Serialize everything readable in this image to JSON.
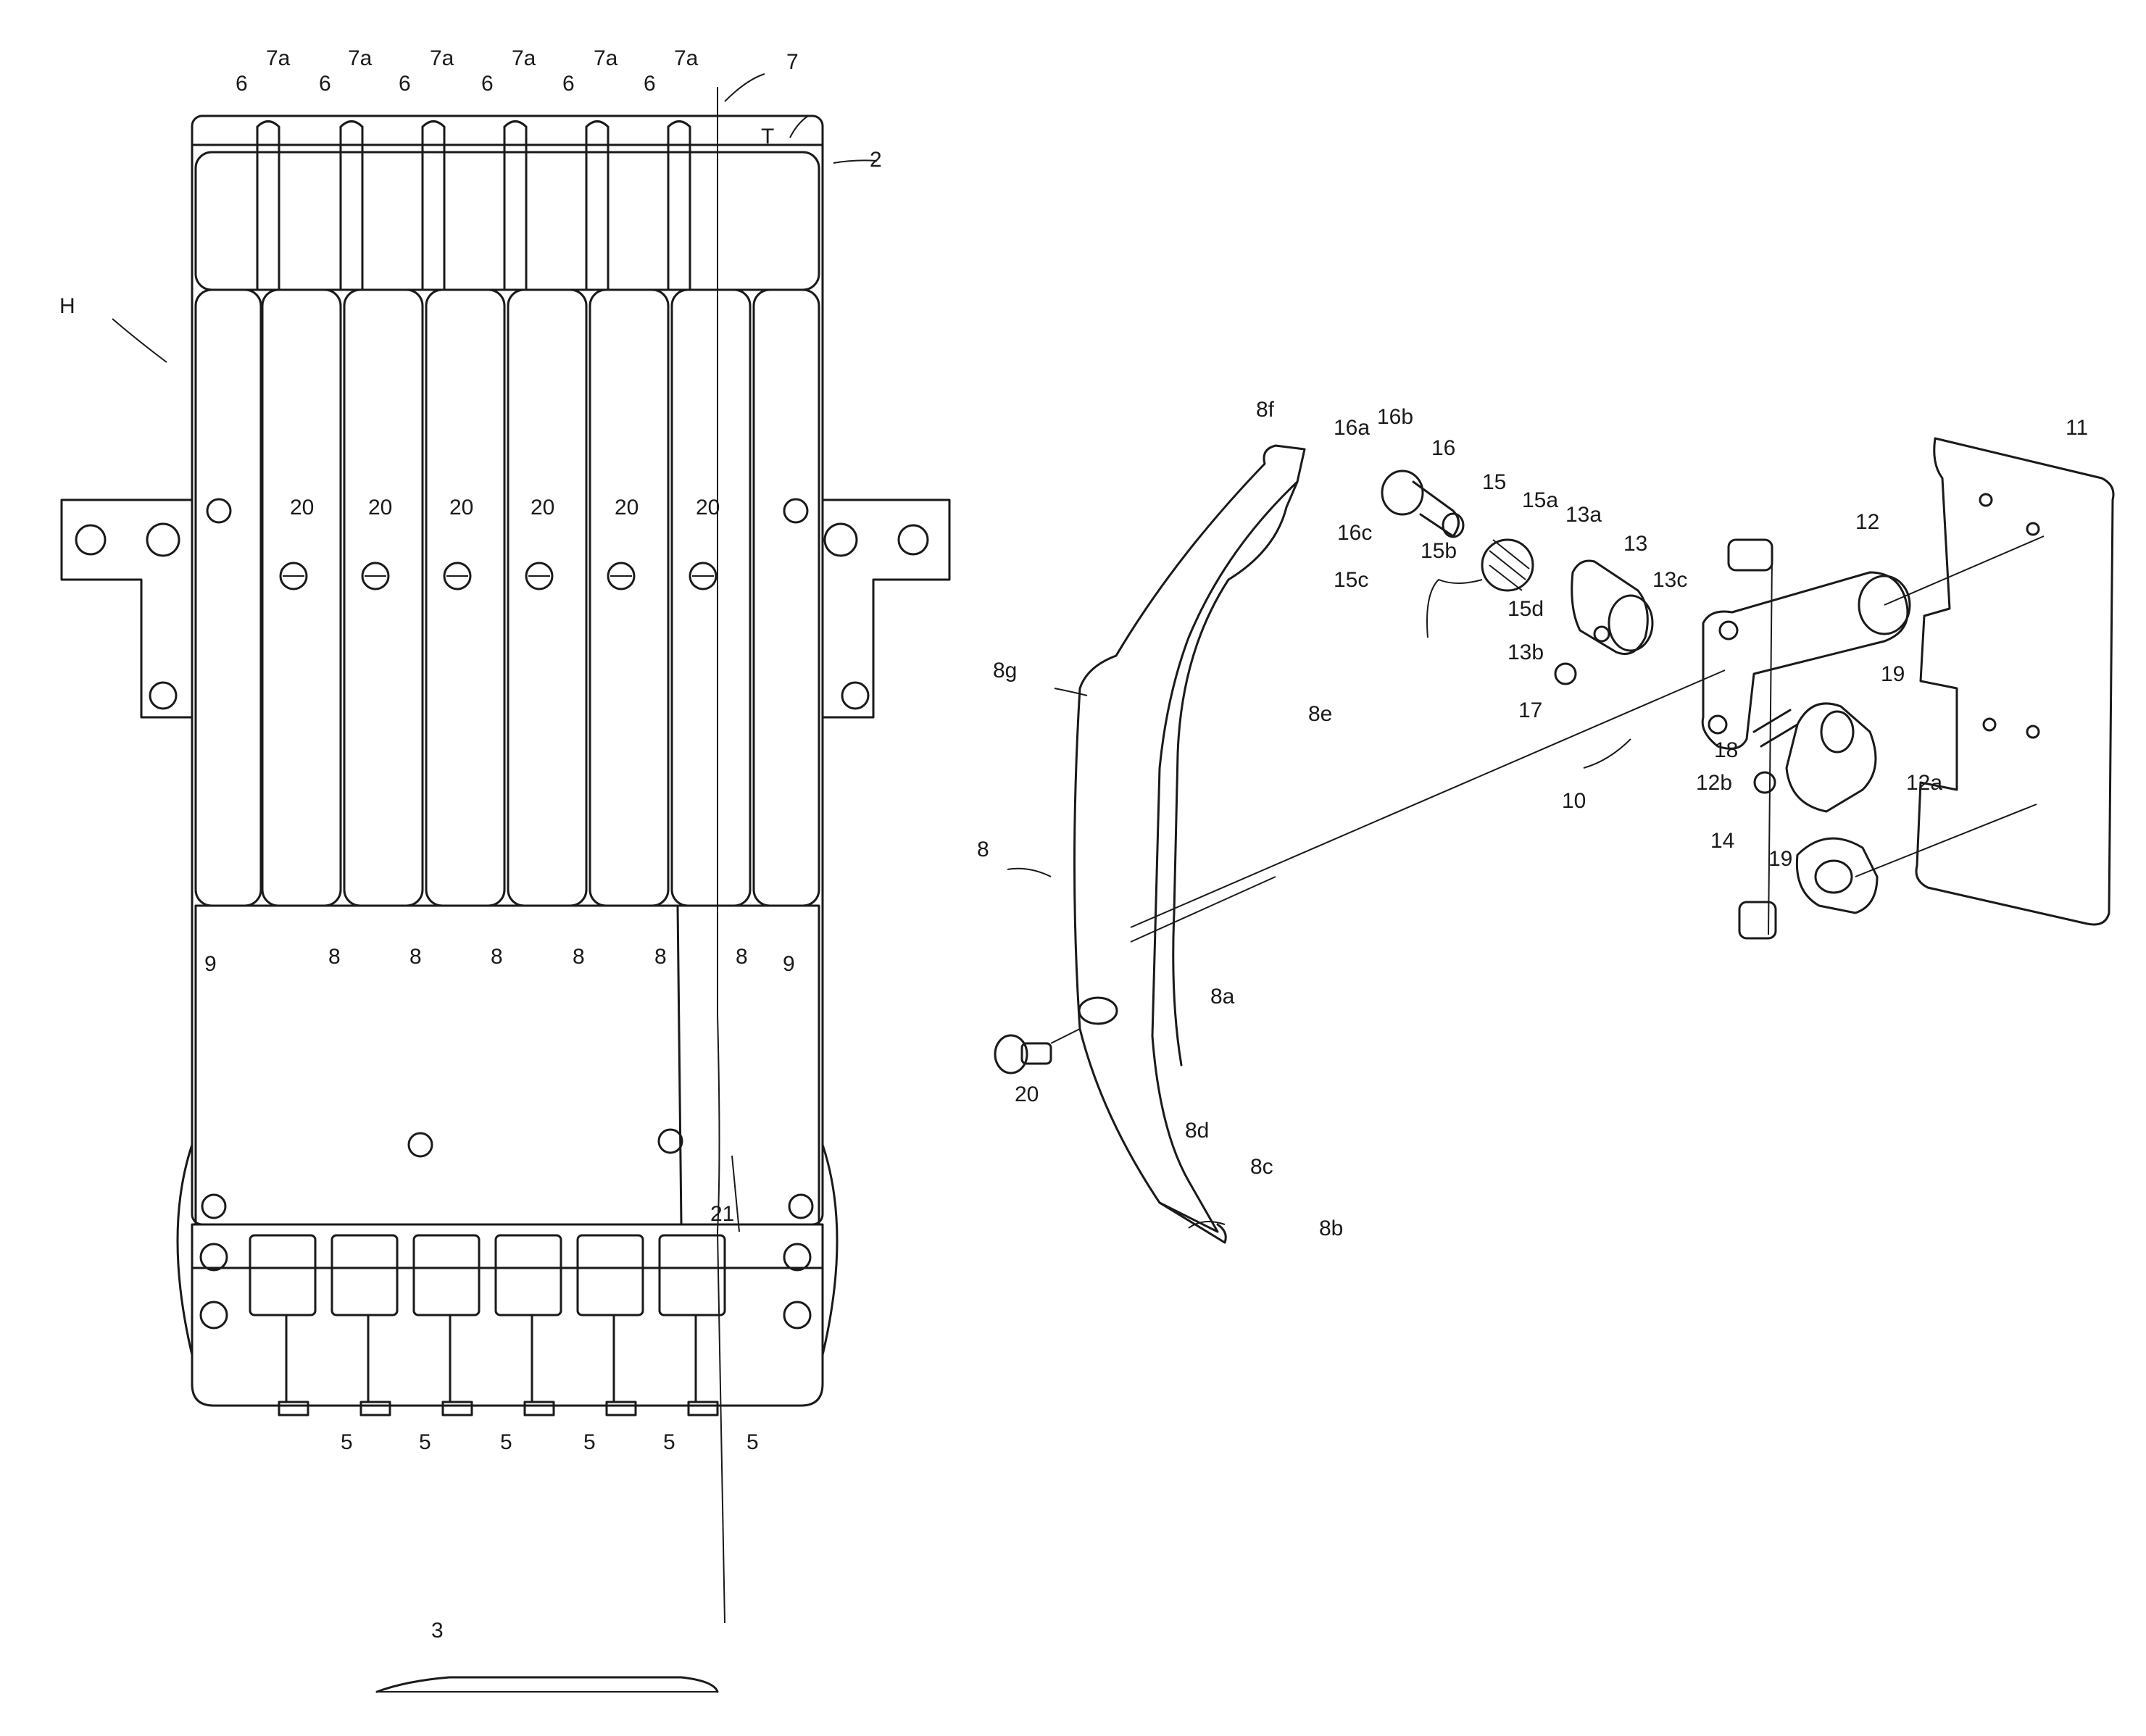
{
  "left_view": {
    "labels": {
      "H": "H",
      "T": "T",
      "n2": "2",
      "n3": "3",
      "n7": "7",
      "n9": "9",
      "n21": "21",
      "n6": "6",
      "n7a": "7a",
      "n8": "8",
      "n20": "20",
      "n5": "5"
    }
  },
  "right_view": {
    "labels": {
      "n8": "8",
      "n8a": "8a",
      "n8b": "8b",
      "n8c": "8c",
      "n8d": "8d",
      "n8e": "8e",
      "n8f": "8f",
      "n8g": "8g",
      "n10": "10",
      "n11": "11",
      "n12": "12",
      "n12a": "12a",
      "n12b": "12b",
      "n13": "13",
      "n13a": "13a",
      "n13b": "13b",
      "n13c": "13c",
      "n14": "14",
      "n15": "15",
      "n15a": "15a",
      "n15b": "15b",
      "n15c": "15c",
      "n15d": "15d",
      "n16": "16",
      "n16a": "16a",
      "n16b": "16b",
      "n16c": "16c",
      "n17": "17",
      "n18": "18",
      "n19": "19",
      "n20": "20"
    }
  }
}
